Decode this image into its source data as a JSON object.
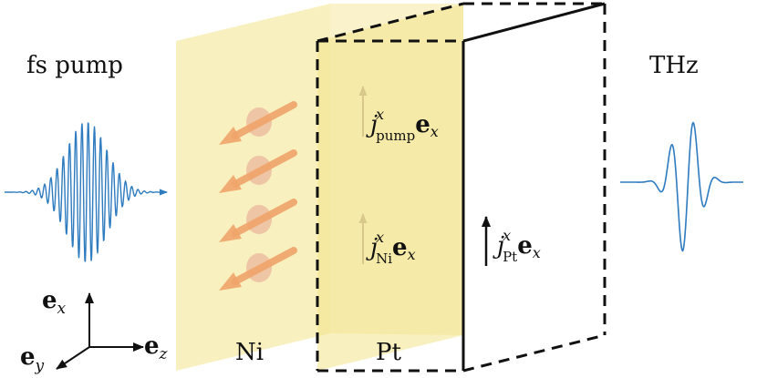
{
  "labels": {
    "pump": "fs pump",
    "thz": "THz",
    "ni": "Ni",
    "pt": "Pt"
  },
  "axes": {
    "ex_base": "e",
    "ex_sub": "x",
    "ey_base": "e",
    "ey_sub": "y",
    "ez_base": "e",
    "ez_sub": "z"
  },
  "currents": {
    "pump": {
      "base": "j",
      "sup": "x",
      "sub": "pump",
      "vec": "e",
      "vec_sub": "x"
    },
    "ni": {
      "base": "j",
      "sup": "x",
      "sub": "Ni",
      "vec": "e",
      "vec_sub": "x"
    },
    "pt": {
      "base": "j",
      "sup": "x",
      "sub": "Pt",
      "vec": "e",
      "vec_sub": "x"
    }
  },
  "colors": {
    "ni_layer": "#f2e38a",
    "spin_arrow": "#f0a46a",
    "spin_dot": "#eab49a",
    "pulse": "#2e7bbf",
    "outline": "#111111"
  }
}
